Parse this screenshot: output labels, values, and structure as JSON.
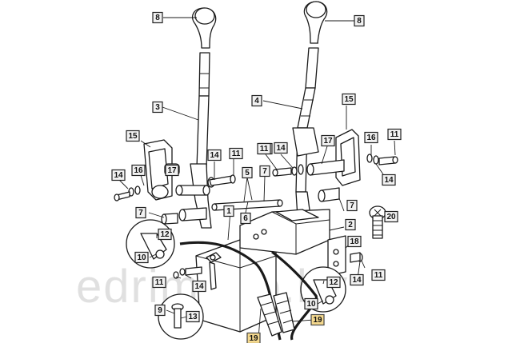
{
  "watermark": "edrimado.by",
  "callouts": [
    {
      "label": "8"
    },
    {
      "label": "8"
    },
    {
      "label": "3"
    },
    {
      "label": "4"
    },
    {
      "label": "15"
    },
    {
      "label": "15"
    },
    {
      "label": "16"
    },
    {
      "label": "17"
    },
    {
      "label": "14"
    },
    {
      "label": "11"
    },
    {
      "label": "14"
    },
    {
      "label": "11"
    },
    {
      "label": "11"
    },
    {
      "label": "14"
    },
    {
      "label": "17"
    },
    {
      "label": "16"
    },
    {
      "label": "11"
    },
    {
      "label": "14"
    },
    {
      "label": "7"
    },
    {
      "label": "5"
    },
    {
      "label": "7"
    },
    {
      "label": "7"
    },
    {
      "label": "1"
    },
    {
      "label": "6"
    },
    {
      "label": "2"
    },
    {
      "label": "20"
    },
    {
      "label": "18"
    },
    {
      "label": "12"
    },
    {
      "label": "10"
    },
    {
      "label": "14"
    },
    {
      "label": "11"
    },
    {
      "label": "11"
    },
    {
      "label": "14"
    },
    {
      "label": "12"
    },
    {
      "label": "10"
    },
    {
      "label": "9"
    },
    {
      "label": "13"
    },
    {
      "label": "19"
    },
    {
      "label": "19"
    }
  ]
}
